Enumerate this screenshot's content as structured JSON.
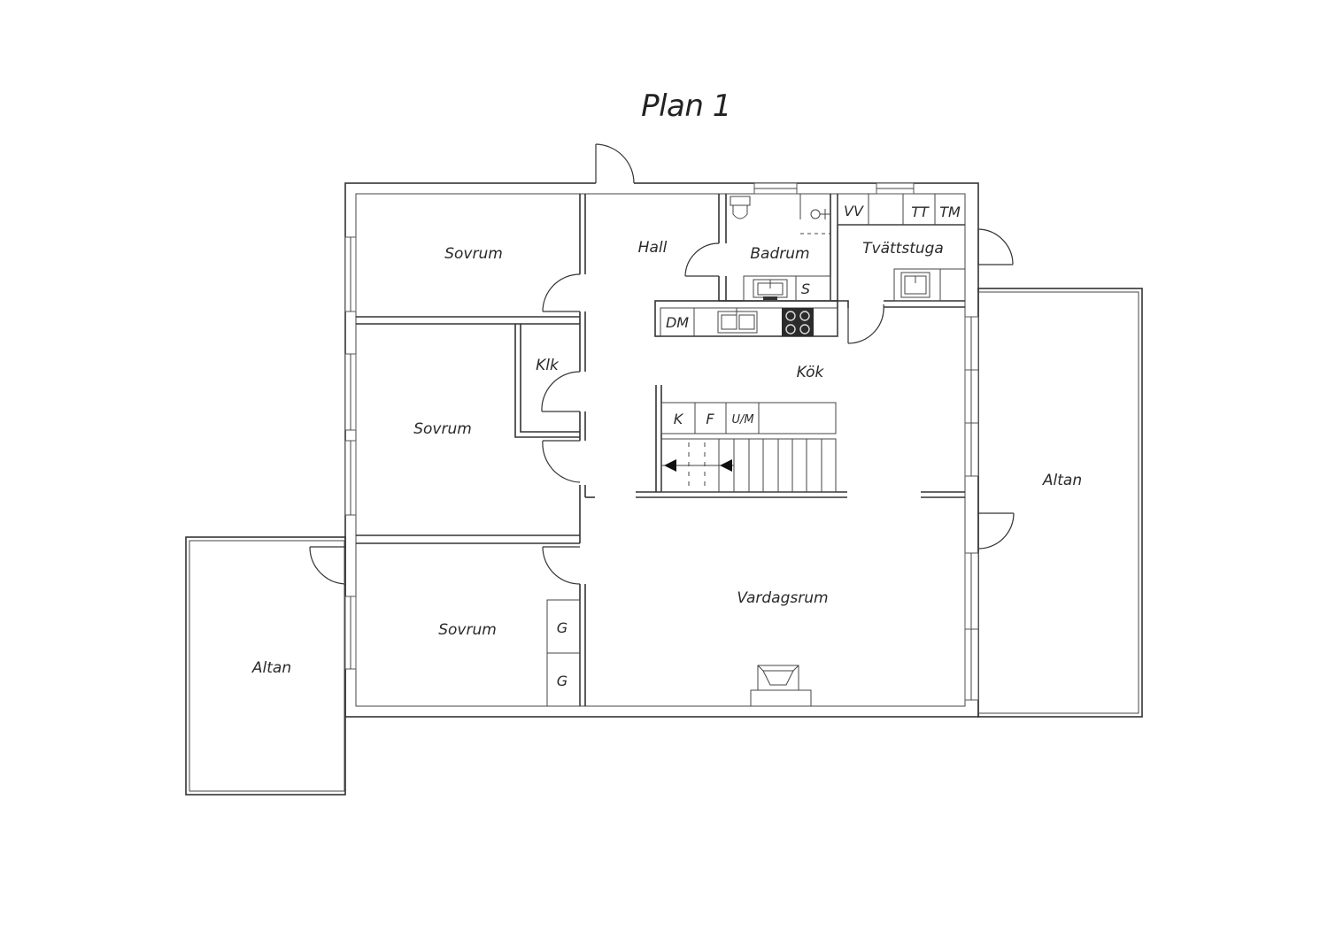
{
  "title": "Plan 1",
  "rooms": {
    "sovrum_top": "Sovrum",
    "sovrum_mid": "Sovrum",
    "sovrum_bottom": "Sovrum",
    "hall": "Hall",
    "badrum": "Badrum",
    "tvattstuga": "Tvättstuga",
    "klk": "Klk",
    "kok": "Kök",
    "vardagsrum": "Vardagsrum",
    "altan_left": "Altan",
    "altan_right": "Altan"
  },
  "fixtures": {
    "vv": "VV",
    "tt": "TT",
    "tm": "TM",
    "s": "S",
    "dm": "DM",
    "k": "K",
    "f": "F",
    "um": "U/M",
    "g1": "G",
    "g2": "G"
  }
}
